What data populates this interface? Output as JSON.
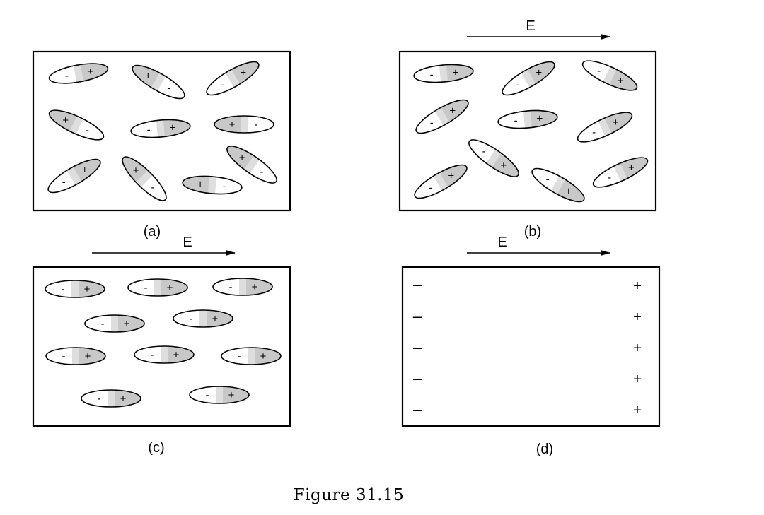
{
  "figure": {
    "caption": "Figure 31.15",
    "field_label": "E",
    "colors": {
      "positive_half": "#c8c8c8",
      "negative_half": "#ffffff",
      "stroke": "#000000"
    },
    "panels": [
      {
        "label": "(a)",
        "field_arrow": false,
        "dipole_orientation_deg": [
          -10,
          30,
          -30,
          25,
          -5,
          0,
          -30,
          45,
          5,
          35
        ],
        "dipole_polarity": [
          "-+",
          "+-",
          "-+",
          "+-",
          "-+",
          "+-",
          "-+",
          "+-",
          "+-",
          "+-"
        ]
      },
      {
        "label": "(b)",
        "field_arrow": true,
        "dipole_orientation_deg": [
          -5,
          -30,
          25,
          -30,
          -5,
          -25,
          -30,
          35,
          30,
          -25
        ],
        "dipole_polarity": [
          "-+",
          "-+",
          "-+",
          "-+",
          "-+",
          "-+",
          "-+",
          "-+",
          "-+",
          "-+"
        ]
      },
      {
        "label": "(c)",
        "field_arrow": true,
        "dipole_orientation_deg": [
          0,
          0,
          0,
          0,
          0,
          0,
          0,
          0,
          0,
          0
        ],
        "dipole_polarity": [
          "-+",
          "-+",
          "-+",
          "-+",
          "-+",
          "-+",
          "-+",
          "-+",
          "-+",
          "-+"
        ]
      },
      {
        "label": "(d)",
        "field_arrow": true,
        "surface_charges": {
          "left": [
            "–",
            "–",
            "–",
            "–",
            "–"
          ],
          "right": [
            "+",
            "+",
            "+",
            "+",
            "+"
          ]
        }
      }
    ]
  }
}
